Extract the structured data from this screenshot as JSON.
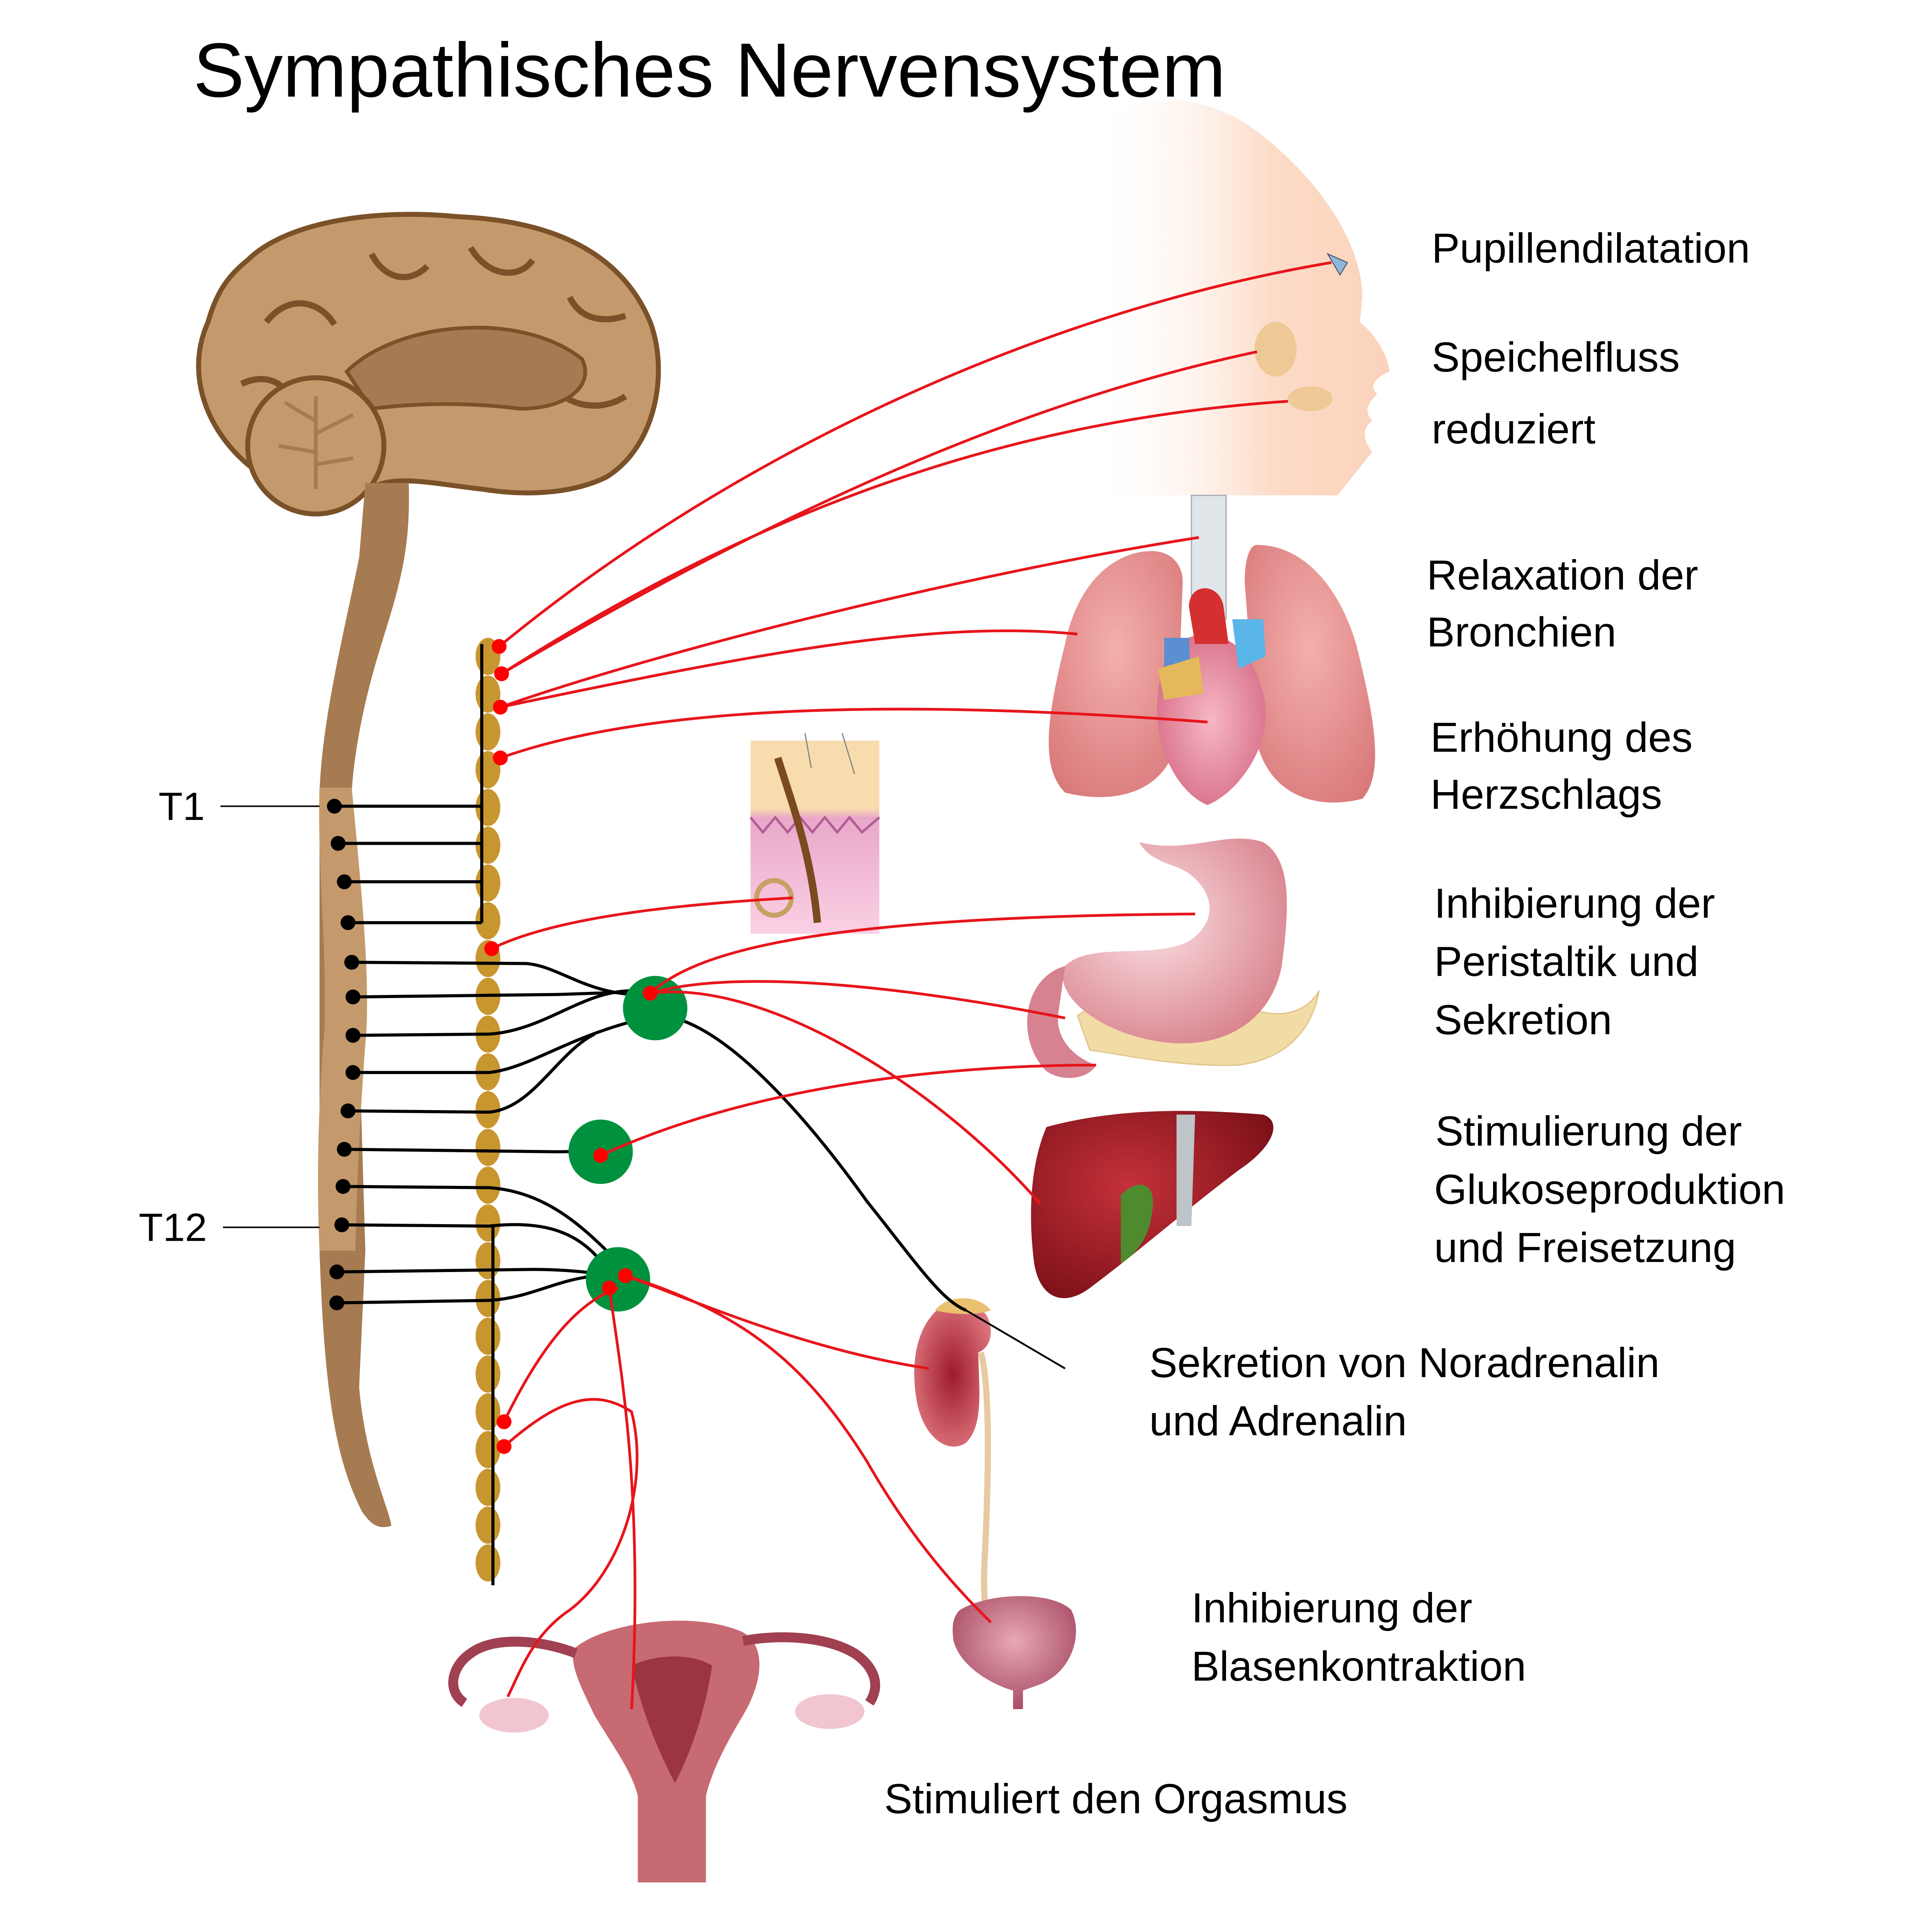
{
  "title": "Sympathisches Nervensystem",
  "segments": {
    "t1": "T1",
    "t12": "T12"
  },
  "effects": {
    "pupil": [
      "Pupillendilatation"
    ],
    "saliva": [
      "Speichelfluss",
      "reduziert"
    ],
    "bronchi": [
      "Relaxation der",
      "Bronchien"
    ],
    "heart": [
      "Erhöhung des",
      "Herzschlags"
    ],
    "stomach": [
      "Inhibierung der",
      "Peristaltik und",
      "Sekretion"
    ],
    "liver": [
      "Stimulierung der",
      "Glukoseproduktion",
      "und Freisetzung"
    ],
    "adrenal": [
      "Sekretion von Noradrenalin",
      "und Adrenalin"
    ],
    "bladder": [
      "Inhibierung der",
      "Blasenkontraktion"
    ],
    "genital": [
      "Stimuliert den Orgasmus"
    ]
  },
  "colors": {
    "postganglionic": "#e8141b",
    "preganglionic": "#000000",
    "ganglion_chain": "#c8962f",
    "collateral_ganglion": "#00913f",
    "brain": "#c49a6c",
    "brain_outline": "#7a5128",
    "cord_light": "#c49a6c",
    "cord_dark": "#a67b51",
    "synapse_dot": "#ff0000"
  }
}
